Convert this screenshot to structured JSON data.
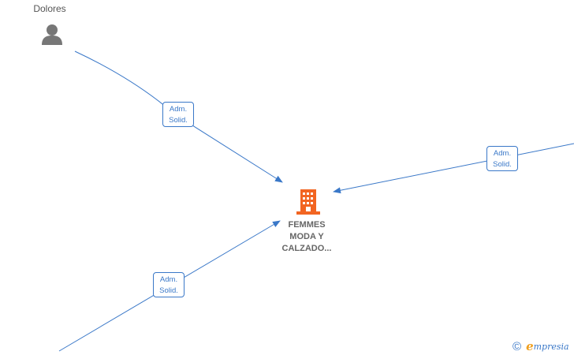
{
  "person": {
    "name": "Dolores",
    "icon": "person-icon"
  },
  "company": {
    "icon": "building-icon",
    "name_lines": [
      "FEMMES",
      "MODA Y",
      "CALZADO..."
    ],
    "icon_color": "#f26522"
  },
  "edges": [
    {
      "role_line1": "Adm.",
      "role_line2": "Solid."
    },
    {
      "role_line1": "Adm.",
      "role_line2": "Solid."
    },
    {
      "role_line1": "Adm.",
      "role_line2": "Solid."
    }
  ],
  "colors": {
    "edge": "#3a78c8",
    "person_icon": "#777777"
  },
  "brand": {
    "copyright": "©",
    "initial": "e",
    "rest": "mpresia"
  }
}
